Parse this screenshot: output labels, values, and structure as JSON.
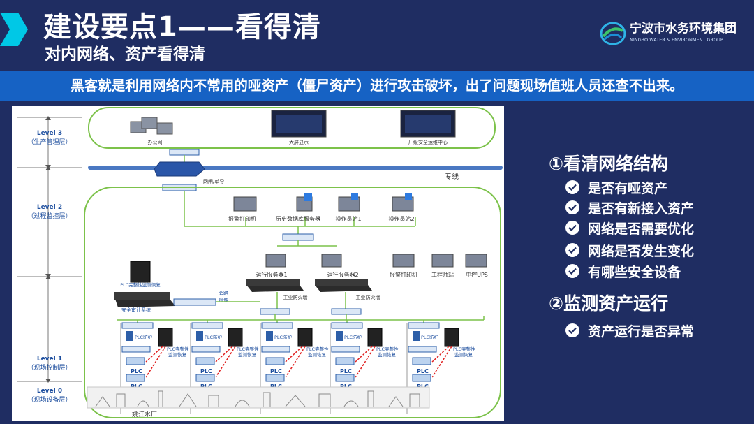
{
  "header": {
    "title": "建设要点1——看得清",
    "subtitle": "对内网络、资产看得清",
    "logo": {
      "cn": "宁波市水务环境集团",
      "en": "NINGBO WATER & ENVIRONMENT GROUP"
    }
  },
  "banner": {
    "text": "黑客就是利用网络内不常用的哑资产（僵尸资产）进行攻击破坏，出了问题现场值班人员还查不出来。"
  },
  "diagram": {
    "levels": [
      {
        "name": "Level 3",
        "desc": "（生产管理层）"
      },
      {
        "name": "Level 2",
        "desc": "（过程监控层）"
      },
      {
        "name": "Level 1",
        "desc": "（现场控制层）"
      },
      {
        "name": "Level 0",
        "desc": "（现场设备层）"
      }
    ],
    "top_labels": {
      "office": "办公网",
      "bigscreen": "大屏显示",
      "ops_center": "厂级安全运维中心"
    },
    "gateway": "网闸/单导",
    "dedicated_line": "专线",
    "l2_devices": {
      "alarm_printer": "报警打印机",
      "history_server": "历史数据库服务器",
      "op1": "操作员站1",
      "op2": "操作员站2"
    },
    "run_servers": {
      "s1": "运行服务器1",
      "s2": "运行服务器2"
    },
    "l2_right": {
      "alarm_printer": "报警打印机",
      "engineer": "工程师站",
      "ups": "中控UPS"
    },
    "audit": {
      "plc_integrity": "PLC完整性监测恢复",
      "audit_system": "安全审计系统",
      "bypass": "旁路\n镜像"
    },
    "firewall": "工业防火墙",
    "plc_protect": "PLC防护",
    "plc_recover": "PLC完整性\n监测恢复",
    "plc": "PLC",
    "plant": "姚江水厂"
  },
  "right": {
    "section1": {
      "heading": "①看清网络结构",
      "items": [
        "是否有哑资产",
        "是否有新接入资产",
        "网络是否需要优化",
        "网络是否发生变化",
        "有哪些安全设备"
      ]
    },
    "section2": {
      "heading": "②监测资产运行",
      "items": [
        "资产运行是否异常"
      ]
    }
  },
  "colors": {
    "background": "#1f2d62",
    "banner": "#1662c4",
    "accent": "#00c8e6",
    "green_line": "#7cc24a"
  }
}
